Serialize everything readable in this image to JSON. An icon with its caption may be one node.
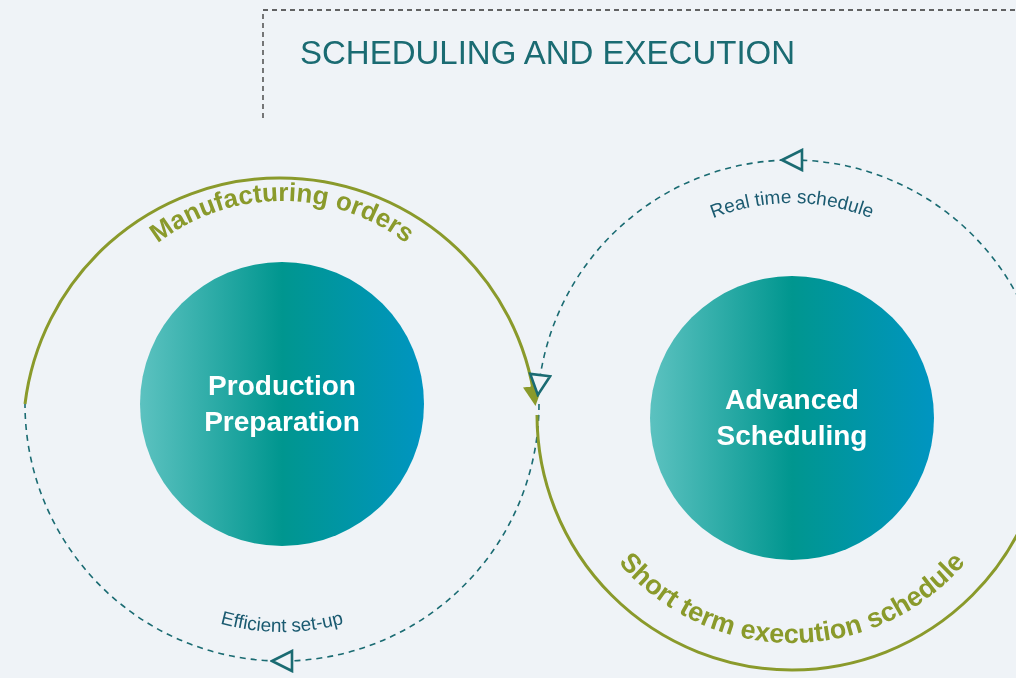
{
  "diagram": {
    "title": "SCHEDULING AND EXECUTION",
    "nodes": [
      {
        "text": [
          "Production Preparation"
        ]
      },
      {
        "text": [
          "Advanced Scheduling"
        ]
      }
    ],
    "labels": [
      "Manufacturing orders",
      "Efficient set-up",
      "Real time schedule",
      "Short term execution schedule"
    ]
  }
}
